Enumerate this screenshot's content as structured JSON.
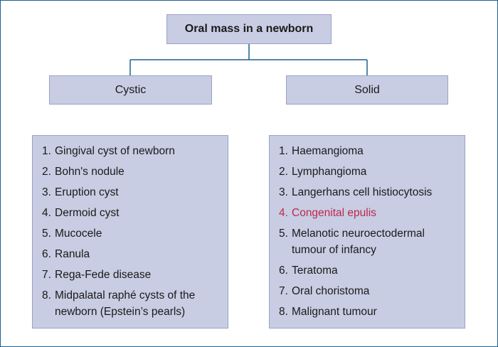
{
  "root": {
    "label": "Oral mass in a newborn"
  },
  "colors": {
    "box_fill": "#c8cde3",
    "connector": "#1e5f8c",
    "highlight": "#c0264f"
  },
  "branches": [
    {
      "label": "Cystic",
      "items": [
        {
          "num": "1.",
          "text": "Gingival cyst of newborn"
        },
        {
          "num": "2.",
          "text": "Bohn's nodule"
        },
        {
          "num": "3.",
          "text": "Eruption cyst"
        },
        {
          "num": "4.",
          "text": "Dermoid cyst"
        },
        {
          "num": "5.",
          "text": "Mucocele"
        },
        {
          "num": "6.",
          "text": "Ranula"
        },
        {
          "num": "7.",
          "text": "Rega-Fede disease"
        },
        {
          "num": "8.",
          "text": "Midpalatal raphé cysts of the newborn (Epstein’s pearls)"
        }
      ]
    },
    {
      "label": "Solid",
      "items": [
        {
          "num": "1.",
          "text": "Haemangioma"
        },
        {
          "num": "2.",
          "text": "Lymphangioma"
        },
        {
          "num": "3.",
          "text": "Langerhans cell histiocytosis"
        },
        {
          "num": "4.",
          "text": "Congenital epulis",
          "highlight": true
        },
        {
          "num": "5.",
          "text": "Melanotic neuroectodermal tumour of infancy"
        },
        {
          "num": "6.",
          "text": "Teratoma"
        },
        {
          "num": "7.",
          "text": "Oral choristoma"
        },
        {
          "num": "8.",
          "text": "Malignant tumour"
        }
      ]
    }
  ]
}
